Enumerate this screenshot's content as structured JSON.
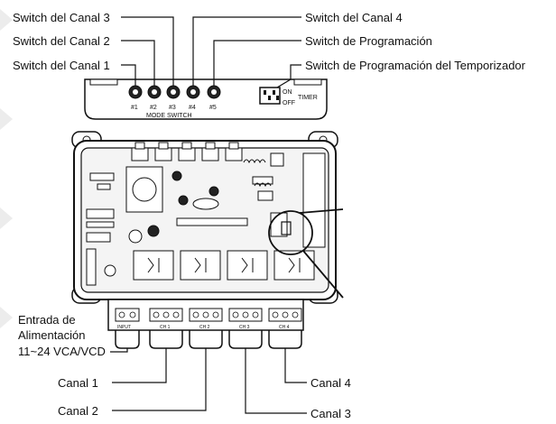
{
  "callouts": {
    "ch3_switch": "Switch del Canal 3",
    "ch4_switch": "Switch del Canal 4",
    "ch2_switch": "Switch del Canal 2",
    "prog_switch": "Switch de Programación",
    "ch1_switch": "Switch del Canal 1",
    "timer_switch": "Switch de Programación del Temporizador",
    "power_line1": "Entrada de",
    "power_line2": "Alimentación",
    "power_line3": "11~24 VCA/VCD",
    "ch1": "Canal 1",
    "ch2": "Canal 2",
    "ch3": "Canal 3",
    "ch4": "Canal 4"
  },
  "device": {
    "mode_switch_label": "MODE SWITCH",
    "switch_numbers": [
      "#1",
      "#2",
      "#3",
      "#4",
      "#5"
    ],
    "timer_label": "TIMER",
    "on_label": "ON",
    "off_label": "OFF",
    "terminal_labels": [
      "INPUT",
      "CH 1",
      "CH 2",
      "CH 3",
      "CH 4"
    ]
  },
  "colors": {
    "ink": "#111111",
    "paper": "#ffffff",
    "board": "#f4f4f4"
  }
}
